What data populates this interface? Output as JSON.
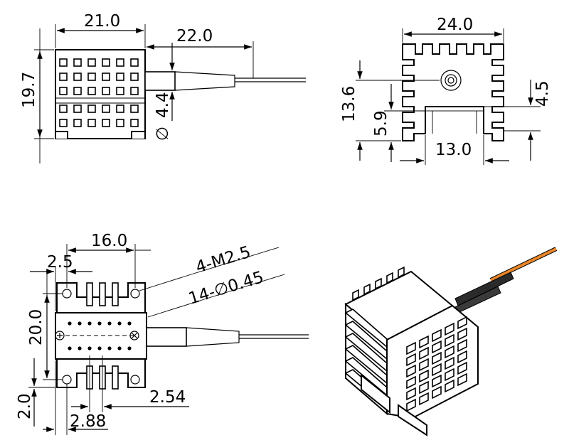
{
  "top_left_view": {
    "width_label": "21.0",
    "fiber_length_label": "22.0",
    "height_label": "19.7",
    "fiber_diameter_label": "4.4",
    "diameter_symbol": "∅"
  },
  "top_right_view": {
    "width_label": "24.0",
    "height_label": "13.6",
    "fiber_center_label": "5.9",
    "fin_label": "4.5",
    "slot_width_label": "13.0"
  },
  "bottom_left_view": {
    "hole_spacing_label": "16.0",
    "edge_offset_label": "2.5",
    "height_label": "20.0",
    "screw_label": "4-M2.5",
    "pin_label": "14-∅0.45",
    "pitch_label": "2.54",
    "bottom_offset_label": "2.0",
    "pin_row_label": "2.88"
  },
  "iso_view": {
    "fiber_color": "#e8862a",
    "sleeve_color": "#2b2b2b"
  }
}
